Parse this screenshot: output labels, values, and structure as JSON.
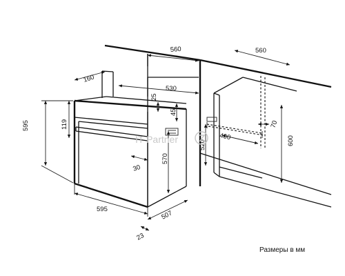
{
  "diagram": {
    "dimensions_mm": {
      "niche_top_depth": "560",
      "niche_right_depth": "560",
      "oven_side_depth": "160",
      "niche_inner_depth": "530",
      "oven_height": "595",
      "panel_height": "119",
      "panel_top_gap": "25",
      "vent_height": "45",
      "door_depth": "30",
      "niche_height": "570",
      "side_height": "520",
      "vent_width": "400",
      "vent_depth": "70",
      "cabinet_height": "600",
      "oven_width": "595",
      "body_depth": "507",
      "front_thickness": "23"
    },
    "watermark": "IT Partner",
    "caption": "Размеры в мм"
  }
}
